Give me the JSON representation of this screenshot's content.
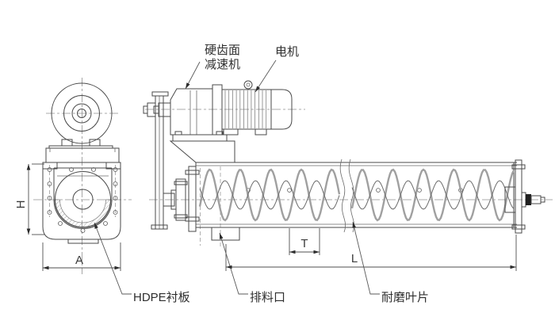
{
  "drawing": {
    "title": "screw-conveyor-technical-drawing",
    "callouts": {
      "reducer_line1": "硬齿面",
      "reducer_line2": "减速机",
      "motor": "电机",
      "hdpe_liner": "HDPE衬板",
      "discharge_port": "排料口",
      "wear_blade": "耐磨叶片"
    },
    "dimensions": {
      "height": "H",
      "width": "A",
      "pitch": "T",
      "length": "L"
    },
    "colors": {
      "line": "#4a4a4a",
      "centerline": "#909090",
      "flight": "#a0a0a0",
      "background": "#ffffff",
      "text": "#2f2f2f"
    }
  }
}
